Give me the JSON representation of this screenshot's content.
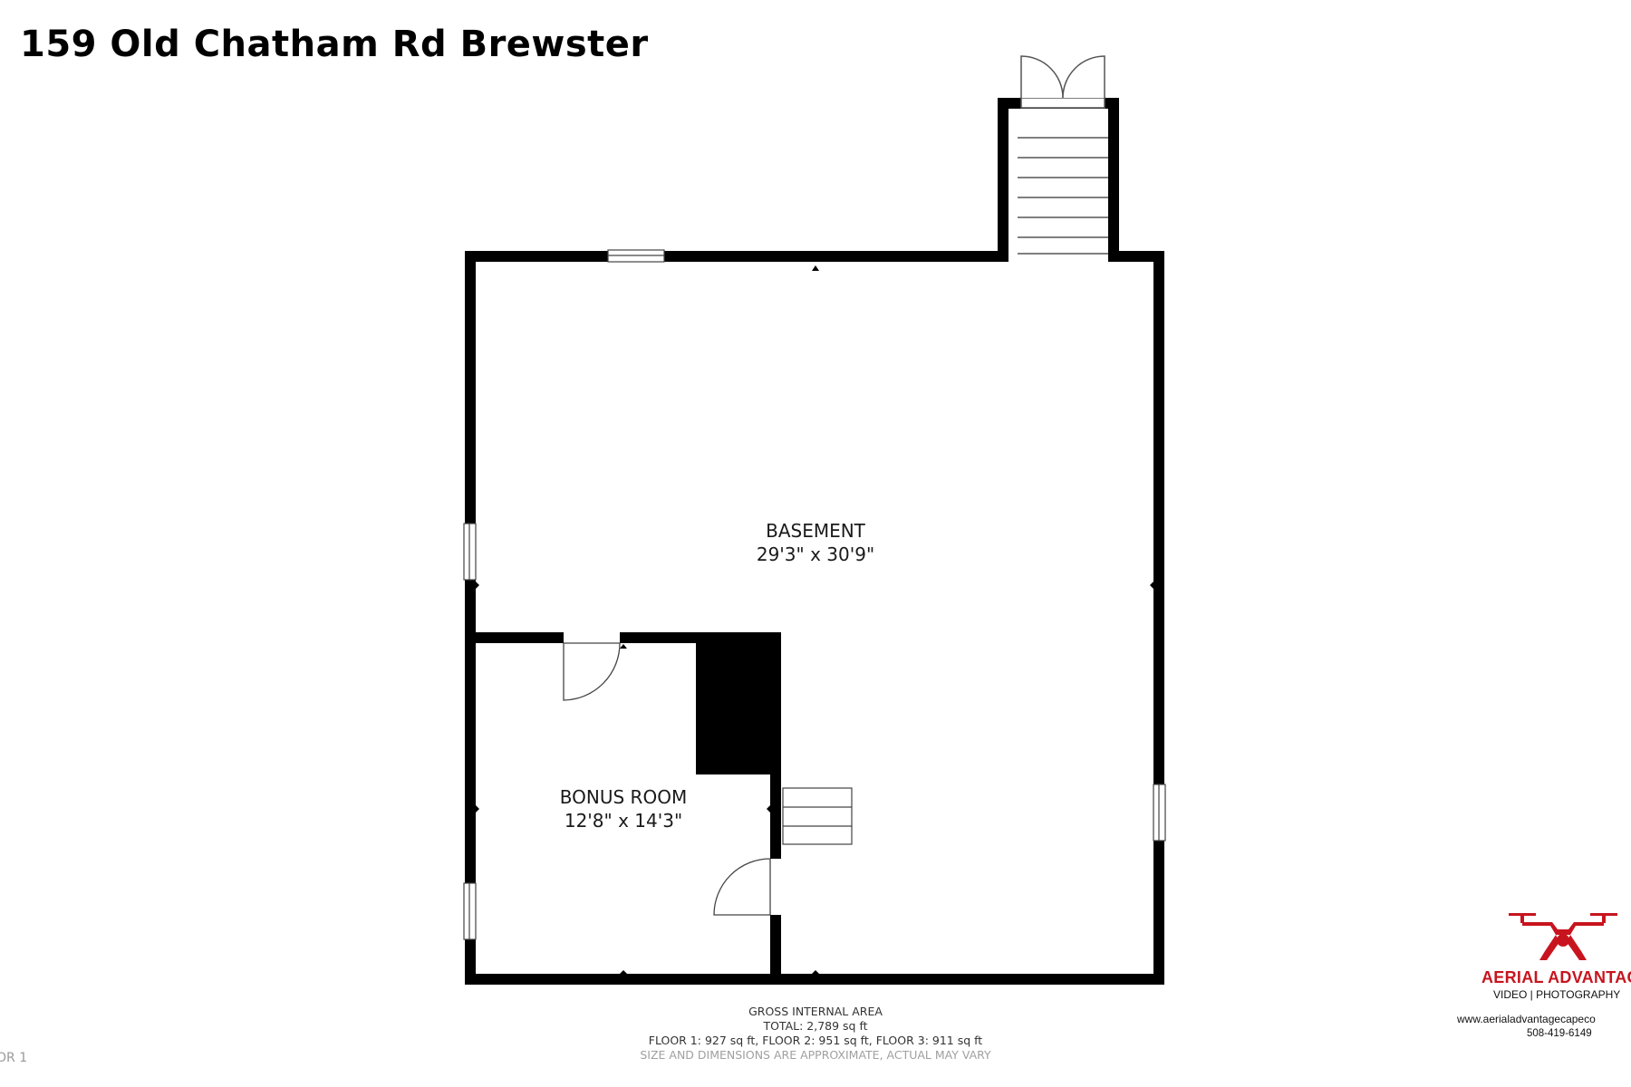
{
  "header": {
    "title": "159 Old Chatham Rd Brewster"
  },
  "rooms": [
    {
      "name": "BASEMENT",
      "dims": "29'3\" x 30'9\""
    },
    {
      "name": "BONUS ROOM",
      "dims": "12'8\" x 14'3\""
    }
  ],
  "area_info": {
    "heading": "GROSS INTERNAL AREA",
    "total": "TOTAL: 2,789 sq ft",
    "floors": "FLOOR 1: 927 sq ft, FLOOR 2: 951 sq ft, FLOOR 3: 911 sq ft",
    "disclaimer": "SIZE AND DIMENSIONS ARE APPROXIMATE, ACTUAL MAY VARY"
  },
  "floor_tag": "OR 1",
  "logo": {
    "icon": "drone-icon",
    "brand": "AERIAL ADVANTAG",
    "tagline": "VIDEO | PHOTOGRAPHY",
    "website": "www.aerialadvantagecapeco",
    "phone": "508-419-6149",
    "brand_color": "#c8141e"
  },
  "colors": {
    "wall": "#000000",
    "background": "#ffffff"
  }
}
